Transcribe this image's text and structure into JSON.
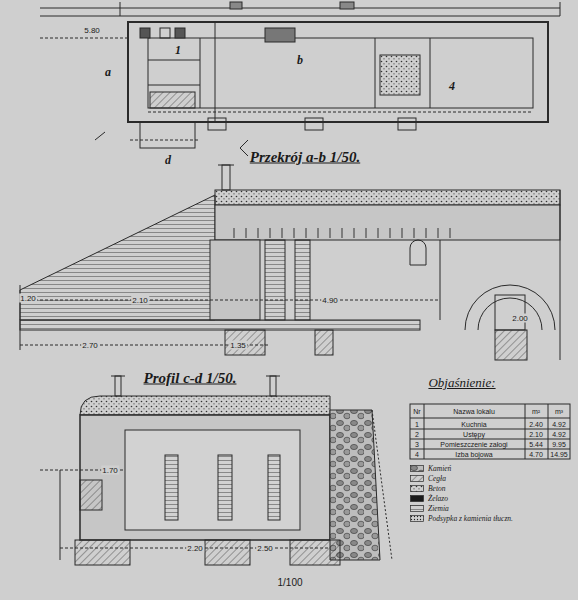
{
  "diagram": {
    "labels": [
      "Przekrój a-b 1/50.",
      "Profil c-d 1/50.",
      "Objaśnienie:",
      "Nr",
      "Nazwa lokalu",
      "m²",
      "m³",
      "1",
      "Kuchnia",
      "2.40",
      "4.92",
      "2",
      "Ustępy",
      "2.10",
      "4.92",
      "3",
      "Pomieszczenie załogi",
      "5.44",
      "9.95",
      "4",
      "Izba bojowa",
      "4.70",
      "14.95",
      "a",
      "b",
      "d",
      "1",
      "4",
      "5.80",
      "1.20",
      "2.10",
      "4.90",
      "2.70",
      "1.35",
      "2.00",
      "1.70",
      "2.20",
      "2.50",
      "1/100"
    ],
    "legend": [
      {
        "text": "Kamień"
      },
      {
        "text": "Cegła"
      },
      {
        "text": "Beton"
      },
      {
        "text": "Żelazo"
      },
      {
        "text": "Ziemia"
      },
      {
        "text": "Podsypka z kamienia tłuczn."
      }
    ]
  }
}
